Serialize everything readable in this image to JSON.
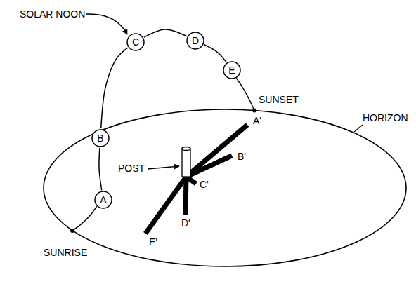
{
  "diagram": {
    "nodes": [
      {
        "text": [
          "C"
        ]
      },
      {
        "text": [
          "D"
        ]
      },
      {
        "text": [
          "E"
        ]
      },
      {
        "text": [
          "B"
        ]
      },
      {
        "text": [
          "A"
        ]
      }
    ],
    "edges": [
      {
        "from": 4,
        "to": 3,
        "arrow": "none"
      },
      {
        "from": 3,
        "to": 0,
        "arrow": "none"
      },
      {
        "from": 0,
        "to": 1,
        "arrow": "none"
      },
      {
        "from": 1,
        "to": 2,
        "arrow": "none"
      }
    ],
    "labels": [
      "SOLAR NOON",
      "SUNSET",
      "HORIZON",
      "POST",
      "A'",
      "B'",
      "C'",
      "D'",
      "E'",
      "SUNRISE"
    ]
  }
}
